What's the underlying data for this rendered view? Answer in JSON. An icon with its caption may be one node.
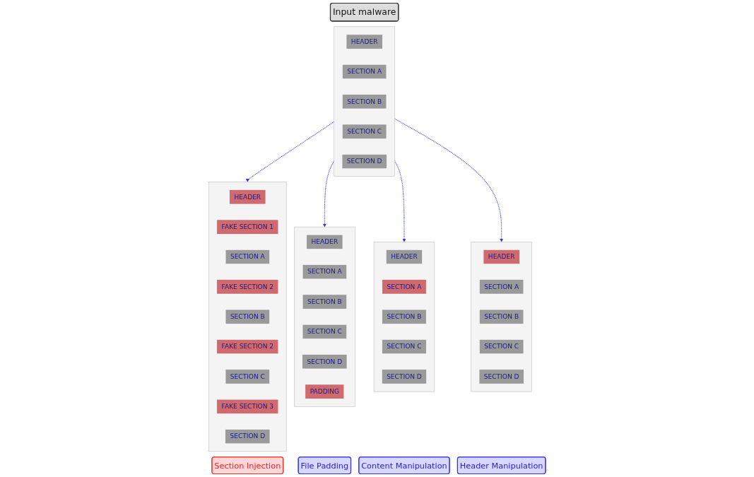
{
  "diagram": {
    "nodes": [
      {
        "text": [
          "Input malware"
        ]
      },
      {
        "text": [],
        "shape": "box"
      },
      {
        "text": [
          "HEADER"
        ],
        "in": 1
      },
      {
        "text": [
          "SECTION A"
        ],
        "in": 1
      },
      {
        "text": [
          "SECTION B"
        ],
        "in": 1
      },
      {
        "text": [
          "SECTION C"
        ],
        "in": 1
      },
      {
        "text": [
          "SECTION D"
        ],
        "in": 1
      },
      {
        "text": [],
        "shape": "box"
      },
      {
        "text": [
          "HEADER"
        ],
        "in": 7
      },
      {
        "text": [
          "FAKE SECTION 1"
        ],
        "in": 7
      },
      {
        "text": [
          "SECTION A"
        ],
        "in": 7
      },
      {
        "text": [
          "FAKE SECTION 2"
        ],
        "in": 7
      },
      {
        "text": [
          "SECTION B"
        ],
        "in": 7
      },
      {
        "text": [
          "FAKE SECTION 2"
        ],
        "in": 7
      },
      {
        "text": [
          "SECTION C"
        ],
        "in": 7
      },
      {
        "text": [
          "FAKE SECTION 3"
        ],
        "in": 7
      },
      {
        "text": [
          "SECTION D"
        ],
        "in": 7
      },
      {
        "text": [],
        "shape": "box"
      },
      {
        "text": [
          "HEADER"
        ],
        "in": 17
      },
      {
        "text": [
          "SECTION A"
        ],
        "in": 17
      },
      {
        "text": [
          "SECTION B"
        ],
        "in": 17
      },
      {
        "text": [
          "SECTION C"
        ],
        "in": 17
      },
      {
        "text": [
          "SECTION D"
        ],
        "in": 17
      },
      {
        "text": [
          "PADDING"
        ],
        "in": 17
      },
      {
        "text": [],
        "shape": "box"
      },
      {
        "text": [
          "HEADER"
        ],
        "in": 24
      },
      {
        "text": [
          "SECTION A"
        ],
        "in": 24
      },
      {
        "text": [
          "SECTION B"
        ],
        "in": 24
      },
      {
        "text": [
          "SECTION C"
        ],
        "in": 24
      },
      {
        "text": [
          "SECTION D"
        ],
        "in": 24
      },
      {
        "text": [],
        "shape": "box"
      },
      {
        "text": [
          "HEADER"
        ],
        "in": 30
      },
      {
        "text": [
          "SECTION A"
        ],
        "in": 30
      },
      {
        "text": [
          "SECTION B"
        ],
        "in": 30
      },
      {
        "text": [
          "SECTION C"
        ],
        "in": 30
      },
      {
        "text": [
          "SECTION D"
        ],
        "in": 30
      },
      {
        "text": [
          "Section Injection"
        ]
      },
      {
        "text": [
          "File Padding"
        ]
      },
      {
        "text": [
          "Content Manipulation"
        ]
      },
      {
        "text": [
          "Header Manipulation"
        ]
      }
    ],
    "edges": [
      {
        "from": 1,
        "to": 7,
        "arrow": "to",
        "style": "dashed",
        "color": "#3333ee"
      },
      {
        "from": 1,
        "to": 17,
        "arrow": "to",
        "style": "dashed",
        "color": "#3333ee"
      },
      {
        "from": 1,
        "to": 24,
        "arrow": "to",
        "style": "dashed",
        "color": "#3333ee"
      },
      {
        "from": 1,
        "to": 30,
        "arrow": "to",
        "style": "dashed",
        "color": "#3333ee"
      }
    ]
  }
}
